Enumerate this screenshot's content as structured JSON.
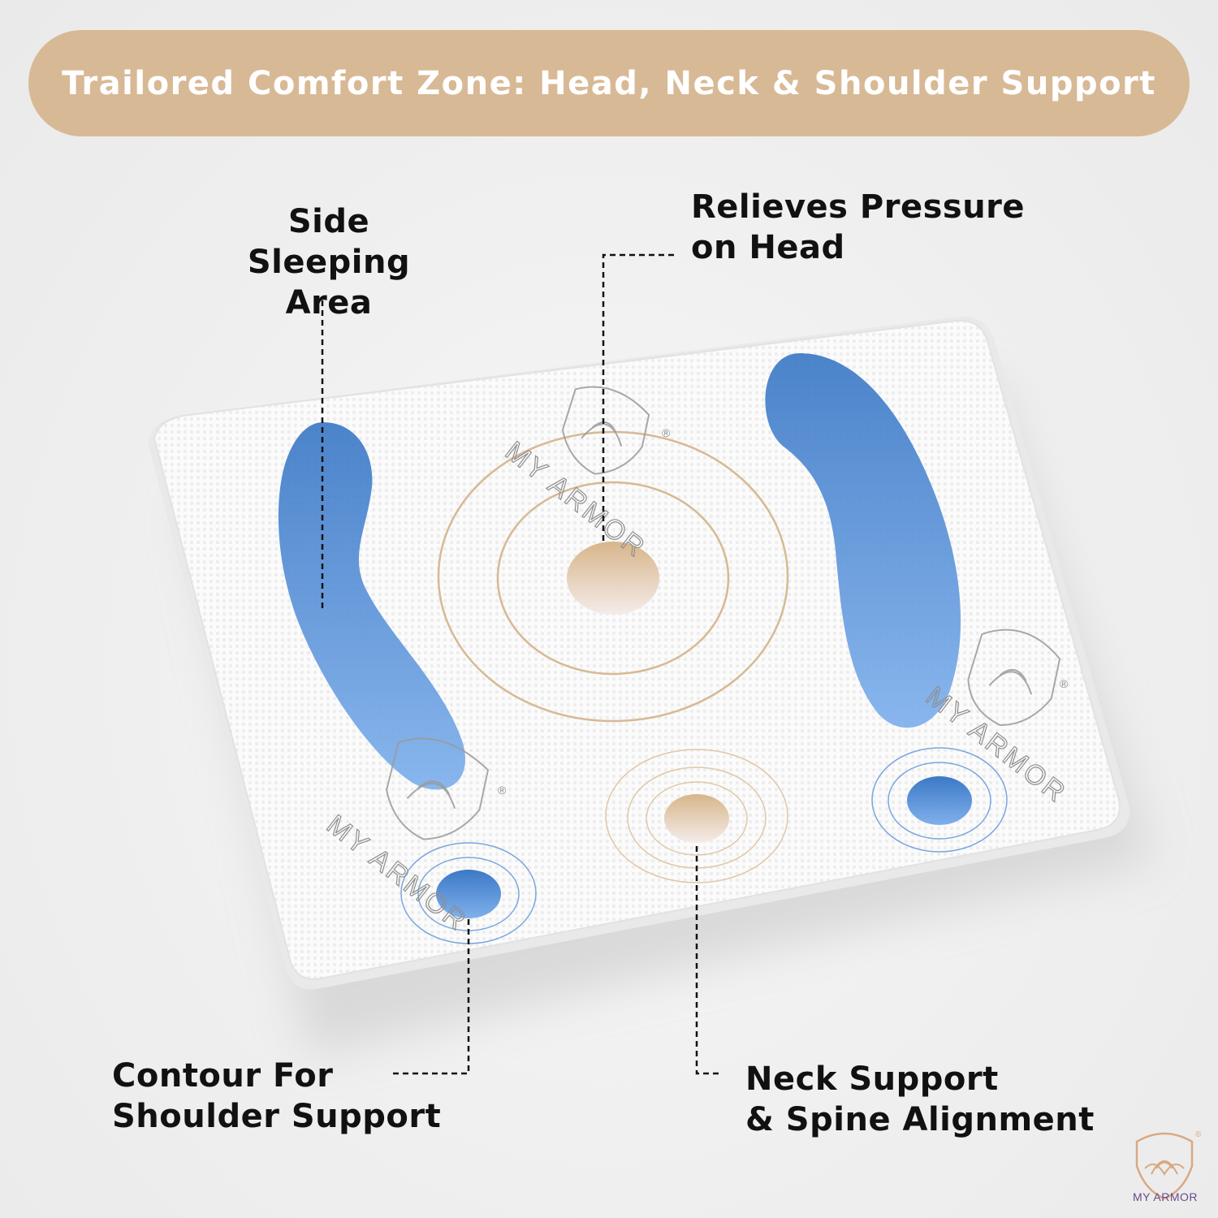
{
  "banner": {
    "title": "Trailored Comfort Zone: Head, Neck & Shoulder Support"
  },
  "callouts": {
    "side_sleeping": {
      "line1": "Side Sleeping",
      "line2": "Area"
    },
    "relieves_pressure": {
      "line1": "Relieves Pressure",
      "line2": "on Head"
    },
    "shoulder_contour": {
      "line1": "Contour For",
      "line2": "Shoulder Support"
    },
    "neck_support": {
      "line1": "Neck Support",
      "line2": "& Spine Alignment"
    }
  },
  "watermark": {
    "brand": "MY ARMOR",
    "registered": "®"
  },
  "logo": {
    "brand": "MY ARMOR",
    "registered": "®"
  },
  "colors": {
    "banner": "#d8b995",
    "zone_blue": "#3f7fcf",
    "zone_tan": "#c9a47a",
    "text": "#111111",
    "logo_text": "#6a4a8a"
  }
}
